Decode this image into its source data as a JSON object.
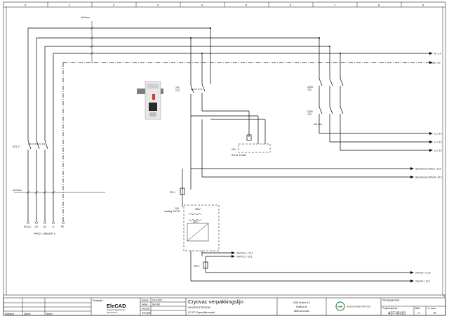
{
  "columns": [
    "0",
    "1",
    "2",
    "3",
    "4",
    "5",
    "6",
    "7",
    "8",
    "9"
  ],
  "rows": {
    "right": "3"
  },
  "cables": {
    "top": "4x10mm²",
    "bottom": "4x10mm²",
    "lower": "2x4 mm²"
  },
  "breaker_main": {
    "label": "2F4",
    "rating": "C10"
  },
  "breakers_right": [
    {
      "label": "1Q05",
      "rating": "Y10"
    },
    {
      "label": "1Q06",
      "rating": "Y10"
    }
  ],
  "disconnect": {
    "label": "DG1_F"
  },
  "terminals": [
    "B3-A-U",
    "2L2",
    "2L3",
    "N",
    "PE"
  ],
  "group_label": "PP02 / GROEP 4",
  "socket": {
    "label": "2X3",
    "caption": "W.C.D. in kast"
  },
  "fuse": {
    "label": "2F4.1"
  },
  "fuse2": {
    "label": "2F4.2"
  },
  "psu": {
    "label": "2G4",
    "sub": "voeding 24V DC",
    "in": "230V~",
    "out": "24V="
  },
  "outputs": [
    {
      "text": "N / 2.4"
    },
    {
      "text": "Aarde / 3.0"
    },
    {
      "text": "L1 / 3.0"
    },
    {
      "text": "L2 / 4.0"
    },
    {
      "text": "L3 / 5.0"
    },
    {
      "text": "Stuurstroom 230V-L / 10.0"
    },
    {
      "text": "Stuurstroom 230V-N / 10.0"
    },
    {
      "text": "24V-PLC+ / 10.1"
    },
    {
      "text": "24V-PLC- / 10.1"
    },
    {
      "text": "24V-DC+ / 11.0"
    },
    {
      "text": "24V-DC- / 11.0"
    }
  ],
  "title_block": {
    "logo": "EleCAD",
    "logo_sub1": "Technisch adviesbureau",
    "logo_sub2": "www.elecad.nl",
    "gewijzigd": "Gewijzigd :",
    "datum_label": "Datum",
    "datum_value": "19-9-2011",
    "getekend_label": "Getek.",
    "getekend_value": "EleCAD",
    "gecontr_label": "Gecontr.",
    "goedgek_label": "Goedgek.",
    "title": "Cryovac verpakkingslijn",
    "subtitle1": "HOOFDSTROOM",
    "subtitle2": "07-07 Expeditie retail",
    "company": "VION Druten B.V.",
    "address1": "Postbus 30",
    "address2": "6650 AA Druten",
    "client_logo_text": "VION",
    "client_slogan": "PASSION FOR BETTER FOOD",
    "tekeningnr_label": "Tekeningnummer :",
    "projectnr_label": "Projectnummer :",
    "projectnr": "AST-95163",
    "blad_label": "Blad",
    "blad": "2",
    "totaal_label": "Tot. bladen",
    "totaal": "16",
    "wijziging": "Wijziging",
    "datum": "Datum",
    "naam": "Naam"
  }
}
